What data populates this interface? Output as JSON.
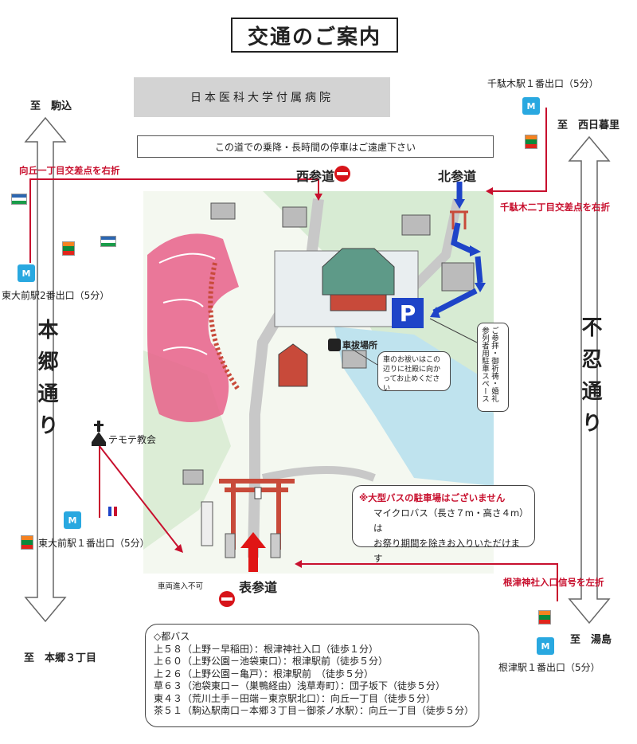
{
  "title": "交通のご案内",
  "hospital": "日本医科大学付属病院",
  "no_stop_notice": "この道での乗降・長時間の停車はご遠慮下さい",
  "directions": {
    "to_komagome": "至　駒込",
    "to_nishinippori": "至　西日暮里",
    "to_hongo3": "至　本郷３丁目",
    "to_yushima": "至　湯島"
  },
  "roads": {
    "hongo_dori": "本郷通り",
    "shinobazu_dori": "不忍通り"
  },
  "turns": {
    "mukaigaoka": "向丘一丁目交差点を右折",
    "sendagi2": "千駄木二丁目交差点を右折",
    "nezu_shrine_signal": "根津神社入口信号を左折"
  },
  "stations": {
    "sendagi1": "千駄木駅１番出口（5分）",
    "todaimae2": "東大前駅2番出口（5分）",
    "todaimae1": "東大前駅１番出口（5分）",
    "nezu1": "根津駅１番出口（5分）",
    "metro_glyph": "M"
  },
  "gates": {
    "west": "西参道",
    "north": "北参道",
    "front": "表参道",
    "no_vehicle": "車両進入不可"
  },
  "map_labels": {
    "church": "テモテ教会",
    "car_blessing": "車祓場所",
    "car_callout": "車のお祓いはこの辺りに社殿に向かってお止めください",
    "parking_letter": "P",
    "parking_callout": "ご参拝・御祈祷・婚礼参列者用駐車スペース"
  },
  "bus_notice": {
    "line1": "※大型バスの駐車場はございません",
    "line2": "マイクロバス（長さ７m・高さ４m）は",
    "line3": "お祭り期間を除きお入りいただけます"
  },
  "bus_routes": {
    "header": "◇都バス",
    "lines": [
      "上５８（上野－早稲田）：根津神社入口（徒歩１分）",
      "上６０（上野公園－池袋東口）：根津駅前（徒歩５分）",
      "上２６（上野公園－亀戸）：根津駅前　（徒歩５分）",
      "草６３（池袋東口－（巣鴨経由）浅草寿町）：団子坂下（徒歩５分）",
      "東４３（荒川土手－田端－東京駅北口）：向丘一丁目（徒歩５分）",
      "茶５１（駒込駅南口－本郷３丁目－御茶ノ水駅）：向丘一丁目（徒歩５分）"
    ]
  },
  "colors": {
    "route_red": "#c8102e",
    "arrow_blue": "#1e44c8",
    "metro_blue": "#29a8e0",
    "azalea_pink": "#e8608a",
    "forest_green": "#cfe7cf",
    "pond_blue": "#bfe3ee",
    "torii_red": "#c84a3a"
  }
}
